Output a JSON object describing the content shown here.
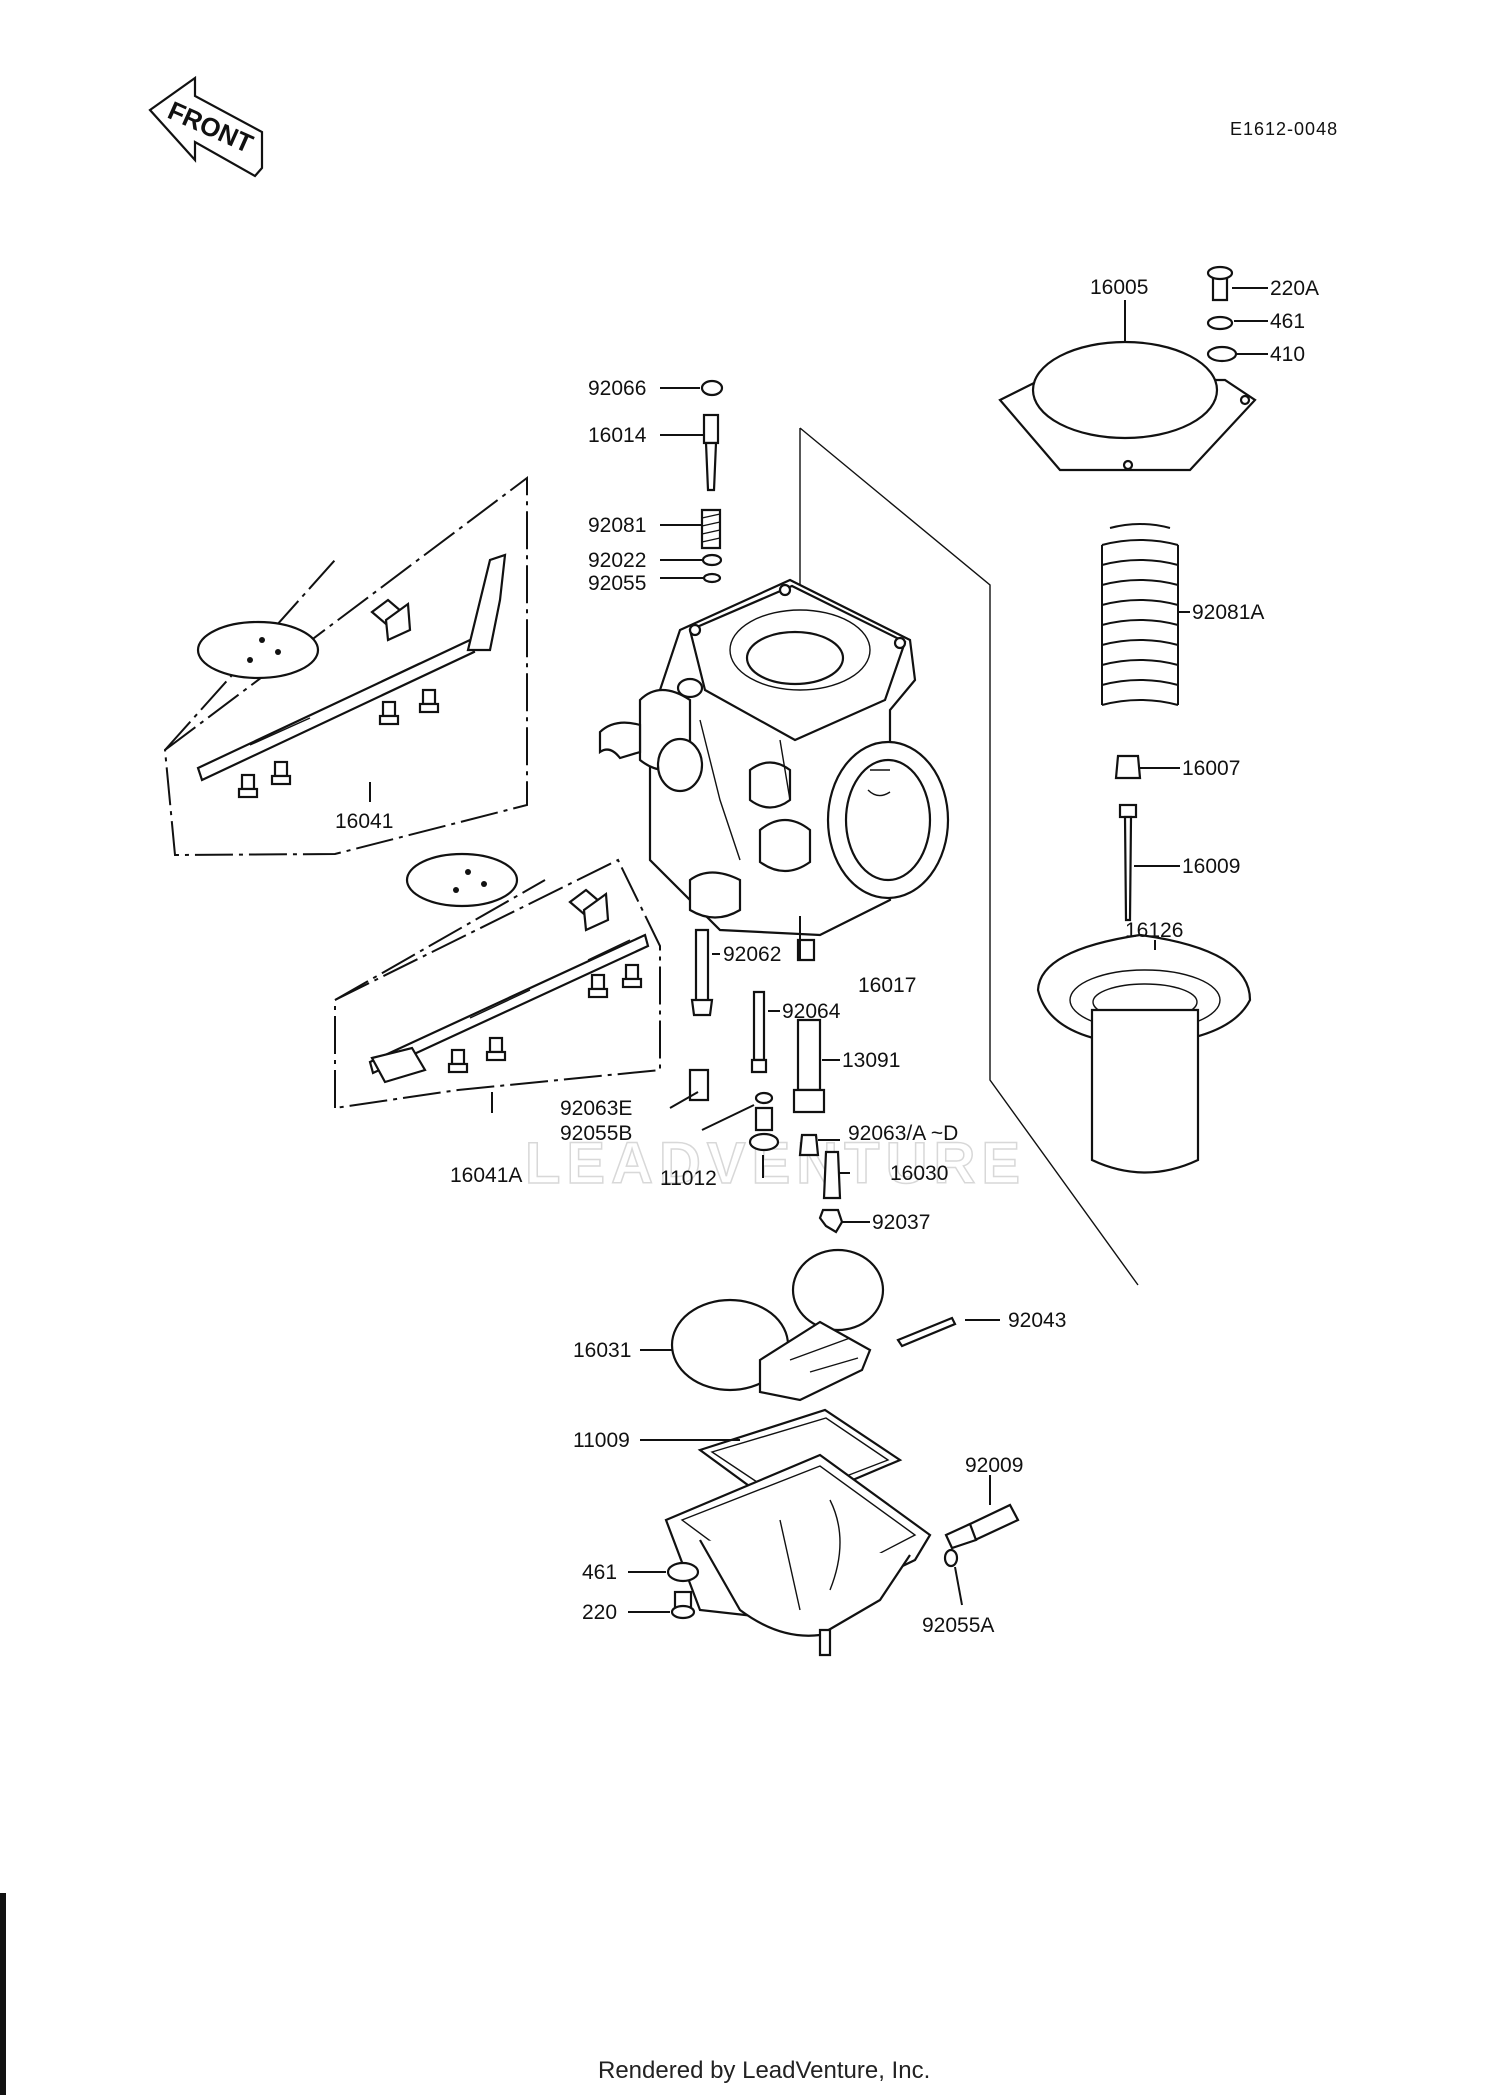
{
  "diagram": {
    "code": "E1612-0048",
    "front_label": "FRONT",
    "watermark": "LEADVENTURE",
    "footer": "Rendered by LeadVenture, Inc.",
    "labels": [
      {
        "id": "92066",
        "text": "92066"
      },
      {
        "id": "16014",
        "text": "16014"
      },
      {
        "id": "92081",
        "text": "92081"
      },
      {
        "id": "92022",
        "text": "92022"
      },
      {
        "id": "92055",
        "text": "92055"
      },
      {
        "id": "16005",
        "text": "16005"
      },
      {
        "id": "220A",
        "text": "220A"
      },
      {
        "id": "461-top",
        "text": "461"
      },
      {
        "id": "410",
        "text": "410"
      },
      {
        "id": "92081A",
        "text": "92081A"
      },
      {
        "id": "16007",
        "text": "16007"
      },
      {
        "id": "16009",
        "text": "16009"
      },
      {
        "id": "16126",
        "text": "16126"
      },
      {
        "id": "16041",
        "text": "16041"
      },
      {
        "id": "16041A",
        "text": "16041A"
      },
      {
        "id": "92062",
        "text": "92062"
      },
      {
        "id": "16017",
        "text": "16017"
      },
      {
        "id": "92064",
        "text": "92064"
      },
      {
        "id": "13091",
        "text": "13091"
      },
      {
        "id": "92063E",
        "text": "92063E"
      },
      {
        "id": "92055B",
        "text": "92055B"
      },
      {
        "id": "92063AD",
        "text": "92063/A ~D"
      },
      {
        "id": "11012",
        "text": "11012"
      },
      {
        "id": "16030",
        "text": "16030"
      },
      {
        "id": "92037",
        "text": "92037"
      },
      {
        "id": "92043",
        "text": "92043"
      },
      {
        "id": "16031",
        "text": "16031"
      },
      {
        "id": "11009",
        "text": "11009"
      },
      {
        "id": "92009",
        "text": "92009"
      },
      {
        "id": "461-bottom",
        "text": "461"
      },
      {
        "id": "220",
        "text": "220"
      },
      {
        "id": "92055A",
        "text": "92055A"
      }
    ]
  }
}
